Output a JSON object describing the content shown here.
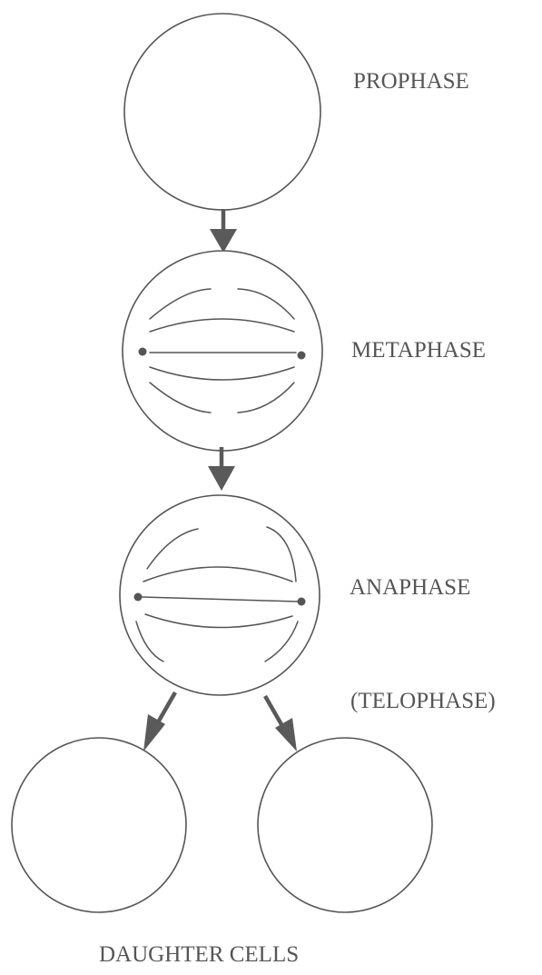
{
  "labels": {
    "prophase": "PROPHASE",
    "metaphase": "METAPHASE",
    "anaphase": "ANAPHASE",
    "telophase": "(TELOPHASE)",
    "daughter_cells": "DAUGHTER CELLS"
  },
  "colors": {
    "line": "#555555",
    "arrow": "#5a5a5a",
    "text": "#555555",
    "background": "#ffffff"
  }
}
